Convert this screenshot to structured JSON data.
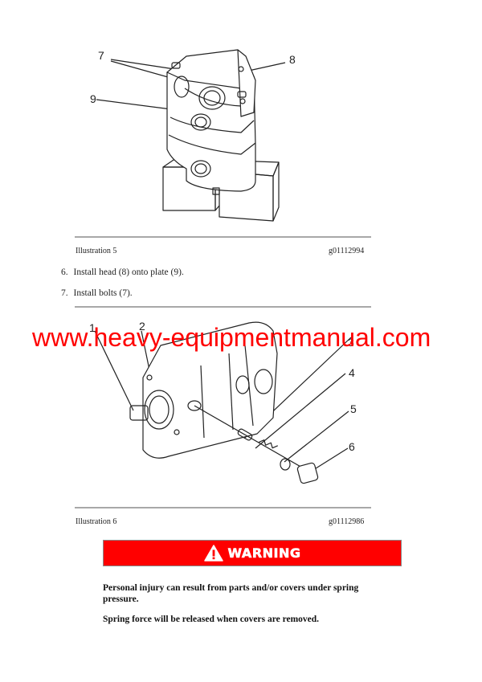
{
  "illustration5": {
    "callouts": [
      "7",
      "8",
      "9"
    ],
    "caption_label": "Illustration 5",
    "caption_id": "g01112994"
  },
  "steps": [
    {
      "number": "6.",
      "text": "Install head (8) onto plate (9)."
    },
    {
      "number": "7.",
      "text": "Install bolts (7)."
    }
  ],
  "watermark": {
    "text": "www.heavy-equipmentmanual.com",
    "color": "#ff0000"
  },
  "illustration6": {
    "callouts": [
      "1",
      "2",
      "3",
      "4",
      "5",
      "6"
    ],
    "caption_label": "Illustration 6",
    "caption_id": "g01112986"
  },
  "warning": {
    "icon": "warning-triangle-icon",
    "label": "WARNING",
    "color": "#ff0000",
    "paragraphs": [
      "Personal injury can result from parts and/or covers under spring pressure.",
      "Spring force will be released when covers are removed."
    ]
  }
}
